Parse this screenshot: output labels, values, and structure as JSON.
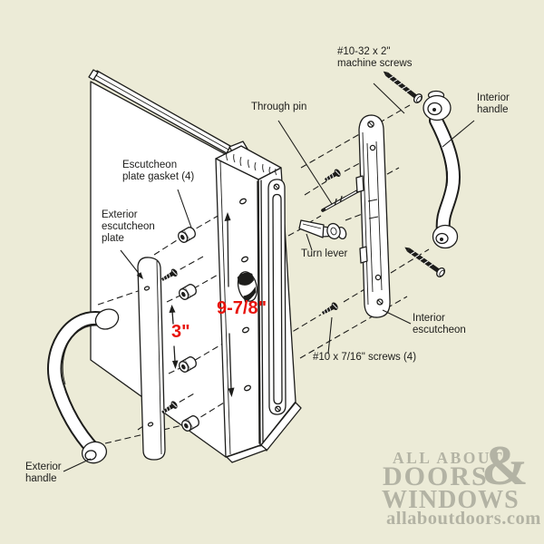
{
  "colors": {
    "background": "#ecebd7",
    "ink": "#1d1d1b",
    "dimension-red": "#e8130b",
    "watermark-gray": "#b3b3a4"
  },
  "diagram": {
    "callouts": {
      "machine_screws": "#10-32 x 2\"\nmachine screws",
      "through_pin": "Through pin",
      "interior_handle": "Interior\nhandle",
      "escutcheon_plate_gasket": "Escutcheon\nplate gasket (4)",
      "exterior_escutcheon_plate": "Exterior\nescutcheon\nplate",
      "turn_lever": "Turn lever",
      "interior_escutcheon": "Interior\nescutcheon",
      "screws": "#10 x 7/16\" screws (4)",
      "exterior_handle": "Exterior\nhandle"
    },
    "dimensions": {
      "vertical_span": "9-7/8\"",
      "hole_spacing": "3\""
    }
  },
  "watermark": {
    "line1": "ALL ABOUT",
    "line2": "DOORS",
    "ampersand": "&",
    "line3": "WINDOWS",
    "website": "allaboutdoors.com"
  }
}
